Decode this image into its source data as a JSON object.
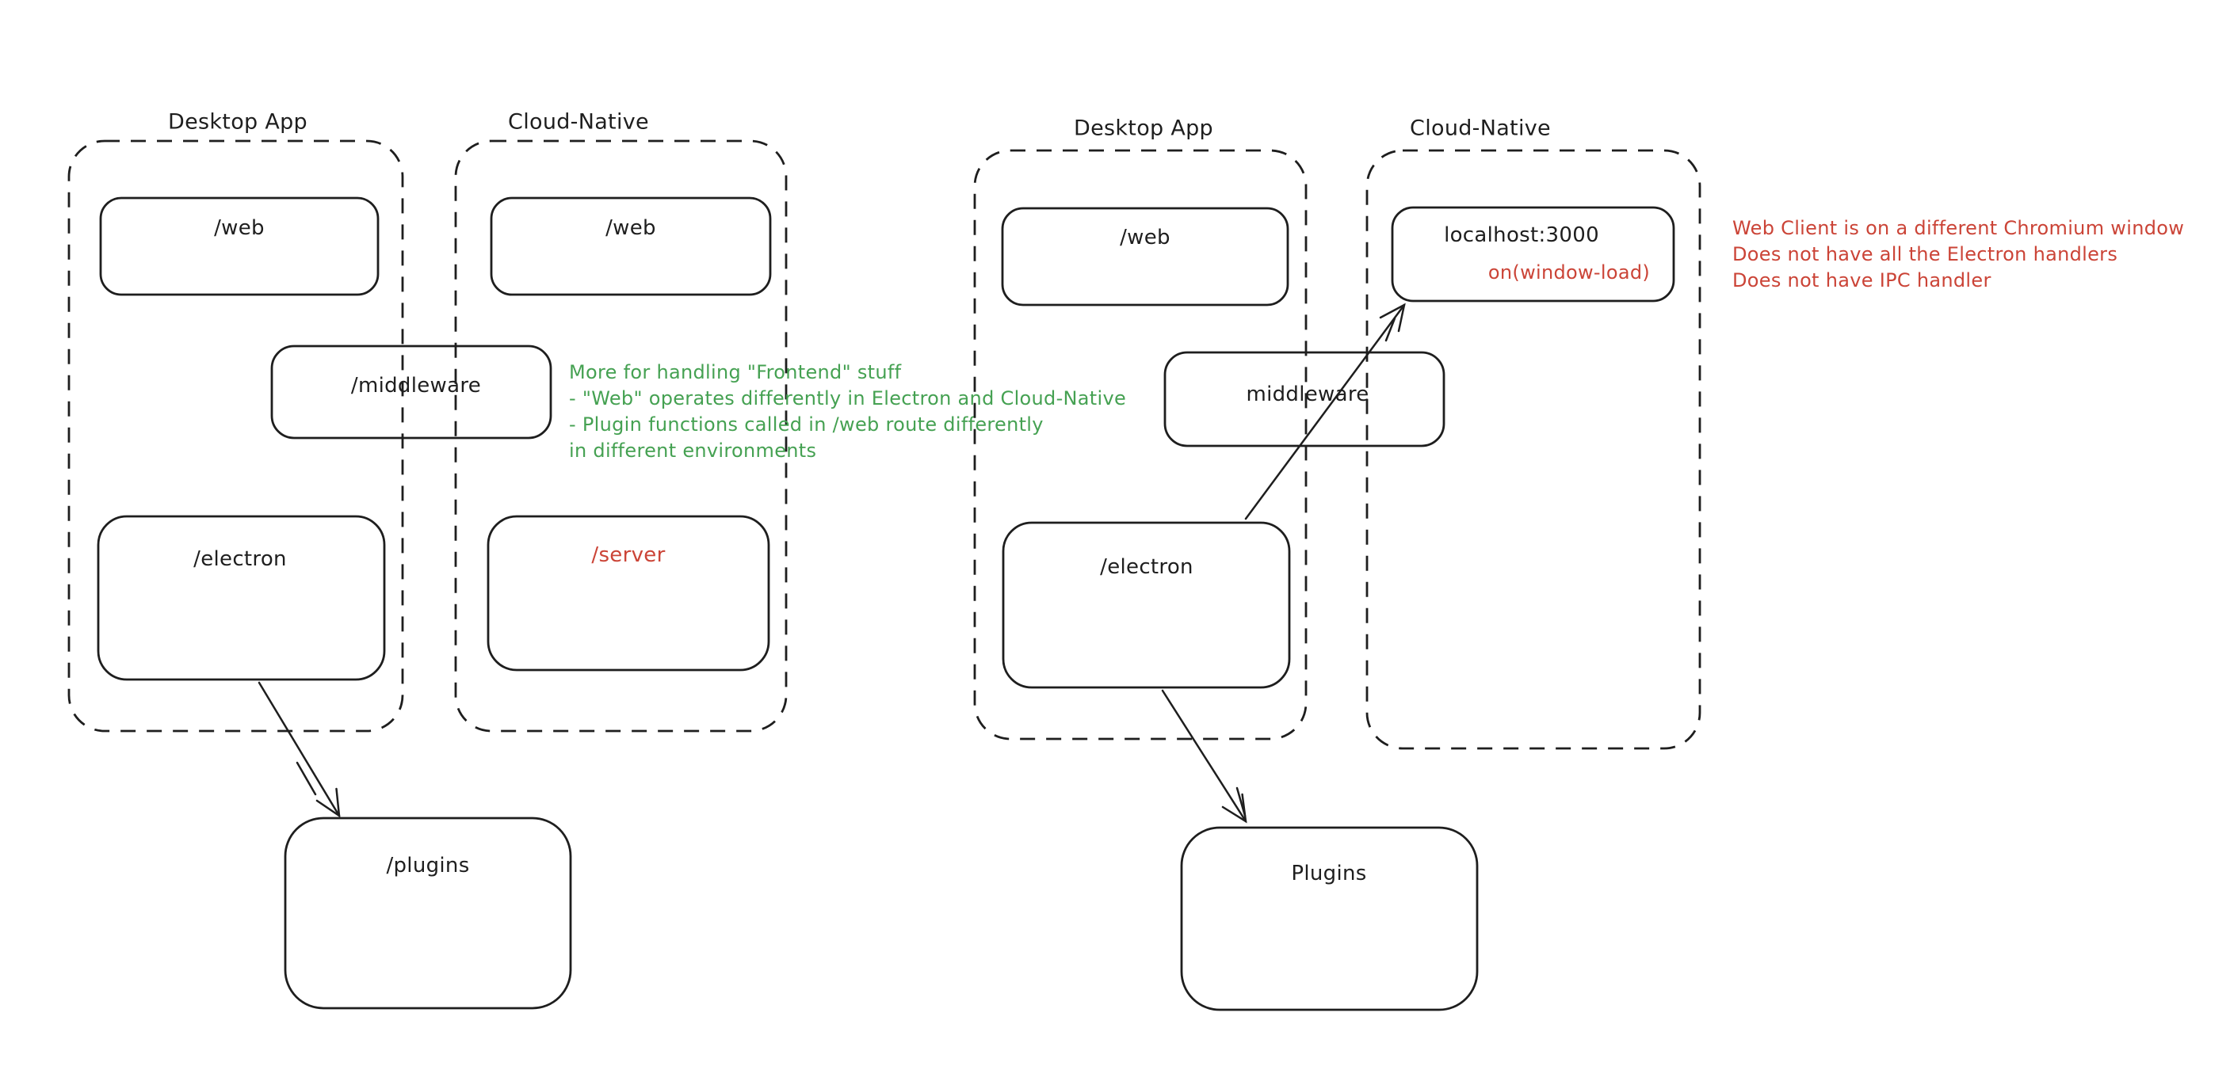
{
  "colors": {
    "ink": "#1e1e1e",
    "red": "#cb4437",
    "green": "#45a152",
    "bg": "#ffffff"
  },
  "left_diagram": {
    "desktop_group_label": "Desktop App",
    "cloud_group_label": "Cloud-Native",
    "desktop_web_box": "/web",
    "cloud_web_box": "/web",
    "middleware_box": "/middleware",
    "electron_box": "/electron",
    "server_box": "/server",
    "plugins_box": "/plugins"
  },
  "right_diagram": {
    "desktop_group_label": "Desktop App",
    "cloud_group_label": "Cloud-Native",
    "desktop_web_box": "/web",
    "localhost_box": "localhost:3000",
    "localhost_event": "on(window-load)",
    "middleware_box": "middleware",
    "electron_box": "/electron",
    "plugins_box": "Plugins"
  },
  "green_note": {
    "lines": [
      "More for handling \"Frontend\" stuff",
      "- \"Web\" operates differently in Electron and Cloud-Native",
      "- Plugin functions called in /web route differently",
      "in different environments"
    ]
  },
  "red_note": {
    "lines": [
      "Web Client is on a different Chromium window",
      "Does not have all the Electron handlers",
      "Does not have IPC handler"
    ]
  }
}
